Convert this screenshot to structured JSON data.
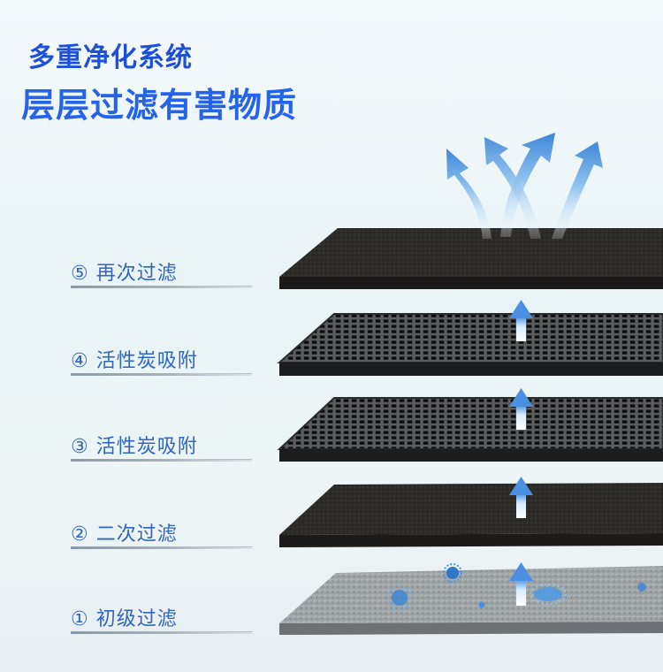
{
  "header": {
    "line1": "多重净化系统",
    "line2": "层层过滤有害物质"
  },
  "layers": [
    {
      "number": "⑤",
      "label": "再次过滤",
      "type": "carbon-sheet"
    },
    {
      "number": "④",
      "label": "活性炭吸附",
      "type": "honeycomb-carbon"
    },
    {
      "number": "③",
      "label": "活性炭吸附",
      "type": "honeycomb-carbon"
    },
    {
      "number": "②",
      "label": "二次过滤",
      "type": "carbon-sheet"
    },
    {
      "number": "①",
      "label": "初级过滤",
      "type": "primary-felt"
    }
  ],
  "colors": {
    "title1": "#1e4fd9",
    "title2": "#2563eb",
    "label": "#2f66c4",
    "arrow": "#4a90e2"
  }
}
